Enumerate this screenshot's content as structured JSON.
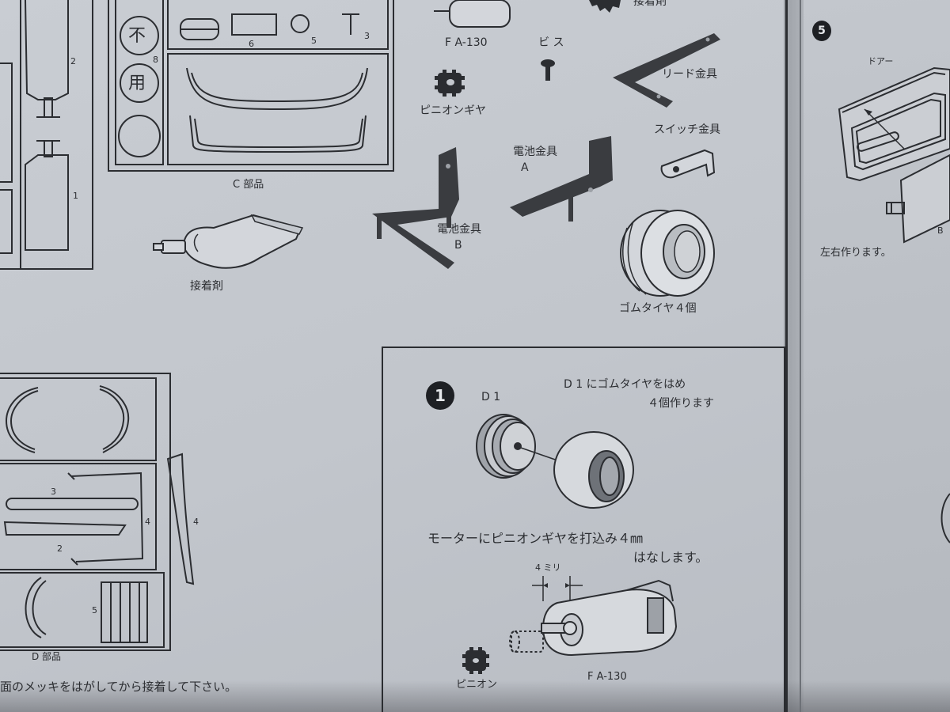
{
  "parts": {
    "motor_label": "F A-130",
    "screw_label": "ビ ス",
    "pinion_label": "ピニオンギヤ",
    "lead_bracket_label": "リード金具",
    "switch_bracket_label": "スイッチ金具",
    "battery_a_label": "電池金具",
    "battery_a_letter": "A",
    "battery_b_label": "電池金具",
    "battery_b_letter": "B",
    "tire_label": "ゴムタイヤ４個",
    "adhesive_label": "接着剤",
    "c_parts_label": "C 部品",
    "top_right_cut_label": "接着剤",
    "not_used": [
      "不",
      "用"
    ],
    "c_sprue_numbers": [
      "6",
      "5",
      "3"
    ],
    "c_sprue_side_number": "8",
    "left_sprue_numbers": [
      "2",
      "1"
    ]
  },
  "d_parts": {
    "label": "D 部品",
    "numbers": [
      "3",
      "4",
      "2",
      "4",
      "5"
    ],
    "note": "面のメッキをはがしてから接着して下さい。"
  },
  "step1": {
    "number": "1",
    "d1_label": "D 1",
    "instruction_line1": "D 1 にゴムタイヤをはめ",
    "instruction_line2": "４個作ります",
    "motor_line1": "モーターにピニオンギヤを打込み４㎜",
    "motor_line2": "はなします。",
    "dimension_label": "4 ミリ",
    "pinion_label": "ピニオン",
    "motor_label": "F A-130"
  },
  "step5": {
    "number": "5",
    "door_label": "ドアー",
    "part_letter": "B",
    "note": "左右作ります。"
  }
}
